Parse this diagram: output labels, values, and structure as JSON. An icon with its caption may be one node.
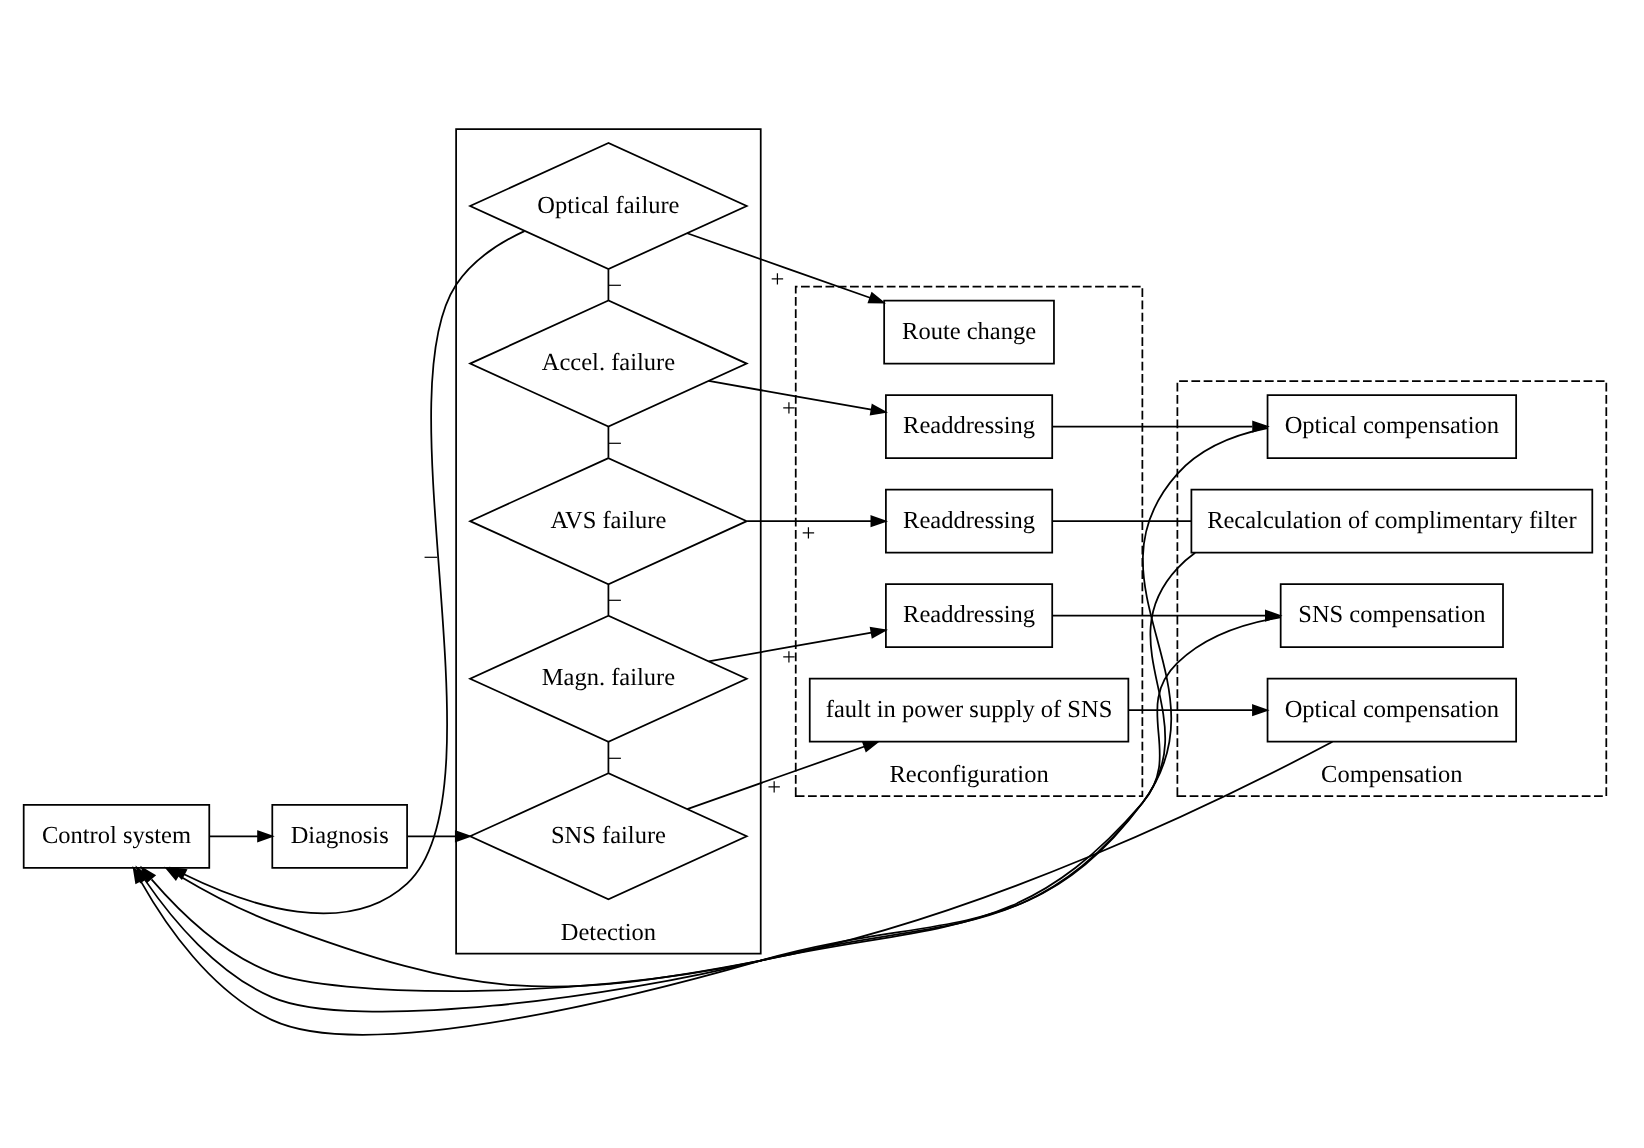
{
  "diagram": {
    "nodes": [
      {
        "text": [
          "Control system"
        ]
      },
      {
        "text": [
          "Diagnosis"
        ]
      },
      {
        "text": [
          "Detection"
        ]
      },
      {
        "text": [
          "SNS failure"
        ],
        "in": 2
      },
      {
        "text": [
          "Magn. failure"
        ],
        "in": 2
      },
      {
        "text": [
          "AVS failure"
        ],
        "in": 2
      },
      {
        "text": [
          "Accel. failure"
        ],
        "in": 2
      },
      {
        "text": [
          "Optical failure"
        ],
        "in": 2
      },
      {
        "text": [
          "Reconfiguration"
        ]
      },
      {
        "text": [
          "fault in power supply of SNS"
        ],
        "in": 8
      },
      {
        "text": [
          "Readdressing"
        ],
        "in": 8
      },
      {
        "text": [
          "Readdressing"
        ],
        "in": 8
      },
      {
        "text": [
          "Readdressing"
        ],
        "in": 8
      },
      {
        "text": [
          "Route change"
        ],
        "in": 8
      },
      {
        "text": [
          "Compensation"
        ]
      },
      {
        "text": [
          "Optical compensation"
        ],
        "in": 14
      },
      {
        "text": [
          "SNS compensation"
        ],
        "in": 14
      },
      {
        "text": [
          "Recalculation of complimentary filter"
        ],
        "in": 14
      },
      {
        "text": [
          "Optical compensation"
        ],
        "in": 14
      }
    ],
    "edges": [
      {
        "from": 0,
        "to": 1,
        "arrow": "to"
      },
      {
        "from": 1,
        "to": 3,
        "arrow": "to"
      },
      {
        "from": 3,
        "to": 9,
        "arrow": "to",
        "label": "+"
      },
      {
        "from": 3,
        "to": 4,
        "arrow": "none",
        "label": "–"
      },
      {
        "from": 4,
        "to": 10,
        "arrow": "to",
        "label": "+"
      },
      {
        "from": 4,
        "to": 5,
        "arrow": "none",
        "label": "–"
      },
      {
        "from": 5,
        "to": 11,
        "arrow": "to",
        "label": "+"
      },
      {
        "from": 5,
        "to": 6,
        "arrow": "none",
        "label": "–"
      },
      {
        "from": 6,
        "to": 12,
        "arrow": "to",
        "label": "+"
      },
      {
        "from": 6,
        "to": 7,
        "arrow": "none",
        "label": "–"
      },
      {
        "from": 7,
        "to": 13,
        "arrow": "to",
        "label": "+"
      },
      {
        "from": 7,
        "to": 0,
        "arrow": "to",
        "label": "–"
      },
      {
        "from": 9,
        "to": 15,
        "arrow": "to"
      },
      {
        "from": 10,
        "to": 16,
        "arrow": "to"
      },
      {
        "from": 11,
        "to": 17,
        "arrow": "none"
      },
      {
        "from": 12,
        "to": 18,
        "arrow": "to"
      },
      {
        "from": 15,
        "to": 0,
        "arrow": "to"
      },
      {
        "from": 16,
        "to": 0,
        "arrow": "to"
      },
      {
        "from": 17,
        "to": 0,
        "arrow": "to"
      },
      {
        "from": 18,
        "to": 0,
        "arrow": "to"
      }
    ]
  }
}
